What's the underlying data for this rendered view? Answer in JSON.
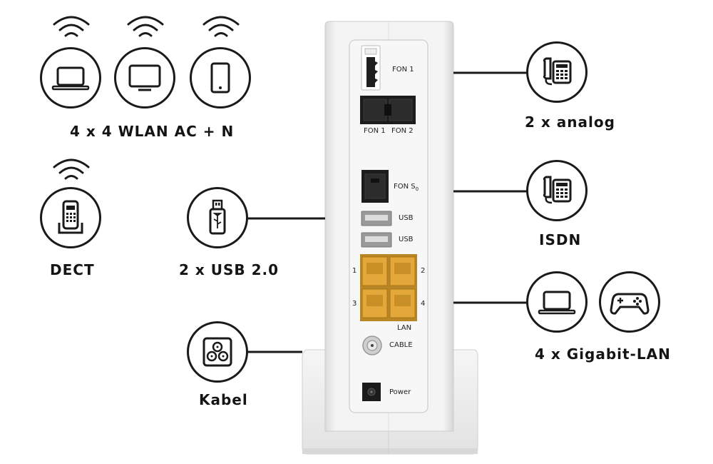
{
  "labels": {
    "wlan": "4 x 4 WLAN AC + N",
    "dect": "DECT",
    "usb": "2 x USB 2.0",
    "kabel": "Kabel",
    "analog": "2 x analog",
    "isdn": "ISDN",
    "lan": "4 x Gigabit-LAN"
  },
  "ports": {
    "fon1": "FON 1",
    "fon1_b": "FON 1",
    "fon2": "FON 2",
    "fons0": "FON S",
    "fons0_sub": "0",
    "usb1": "USB",
    "usb2": "USB",
    "lan1": "1",
    "lan2": "2",
    "lan3": "3",
    "lan4": "4",
    "lan": "LAN",
    "cable": "CABLE",
    "power": "Power"
  },
  "icons": {
    "laptop": "laptop-icon",
    "monitor": "monitor-icon",
    "tablet": "tablet-icon",
    "dect_phone": "dect-phone-icon",
    "usb_stick": "usb-stick-icon",
    "coax_socket": "coax-socket-icon",
    "analog_phone": "analog-phone-icon",
    "isdn_phone": "isdn-phone-icon",
    "lan_laptop": "laptop-icon",
    "gamepad": "gamepad-icon"
  },
  "colors": {
    "lan_port": "#e3a73a",
    "outline": "#1a1a1a",
    "device_body": "#f1f1f1"
  }
}
